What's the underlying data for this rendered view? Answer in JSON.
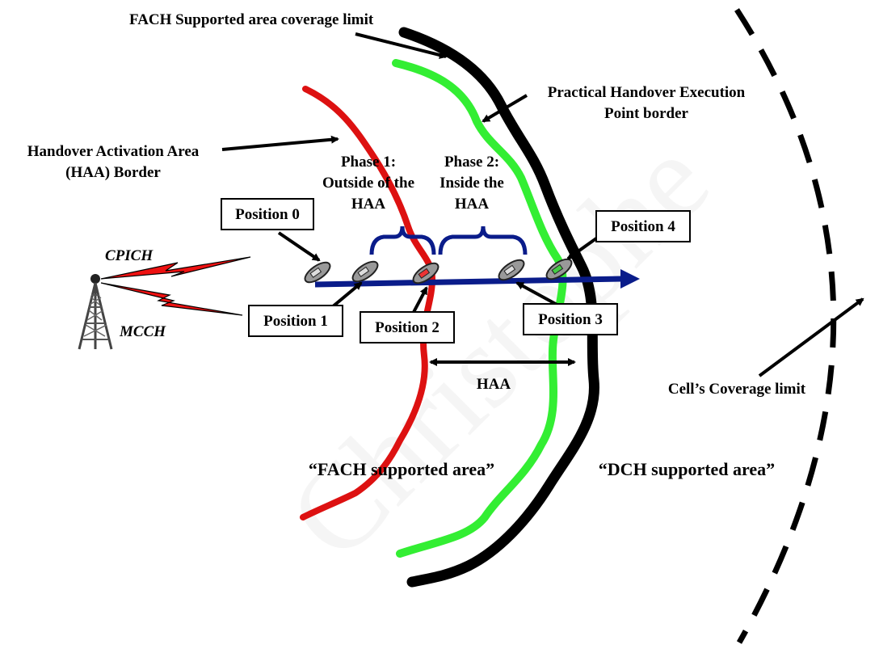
{
  "colors": {
    "fach_border": "#000000",
    "execution_border": "#33ee33",
    "haa_border": "#dd1111",
    "trajectory": "#0a1c8a",
    "brace": "#0a1c8a",
    "signal": "#ee1111",
    "coverage_limit": "#000000"
  },
  "icons": {
    "tower": "cell-tower-icon",
    "phone": "mobile-phone-icon"
  },
  "labels": {
    "fach_limit": "FACH Supported area coverage limit",
    "exec_point_line1": "Practical Handover Execution",
    "exec_point_line2": "Point border",
    "haa_border_line1": "Handover Activation Area",
    "haa_border_line2": "(HAA) Border",
    "phase1_line1": "Phase 1:",
    "phase1_line2": "Outside of the",
    "phase1_line3": "HAA",
    "phase2_line1": "Phase 2:",
    "phase2_line2": "Inside the",
    "phase2_line3": "HAA",
    "cpich": "CPICH",
    "mcch": "MCCH",
    "haa": "HAA",
    "cell_coverage": "Cell’s Coverage limit",
    "fach_area": "“FACH supported area”",
    "dch_area": "“DCH supported area”",
    "watermark": "Christophe"
  },
  "positions": [
    "Position 0",
    "Position 1",
    "Position 2",
    "Position 3",
    "Position 4"
  ]
}
